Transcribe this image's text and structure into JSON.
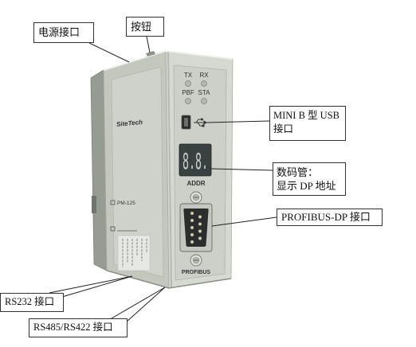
{
  "callouts": {
    "power": "电源接口",
    "button": "按钮",
    "usb_line1": "MINI B 型 USB",
    "usb_line2": "接口",
    "display_line1": "数码管：",
    "display_line2": "显示 DP 地址",
    "profibus": "PROFIBUS-DP 接口",
    "rs232": "RS232 接口",
    "rs485": "RS485/RS422 接口"
  },
  "device": {
    "logo": "SiteTech",
    "model": "PM-125",
    "led_labels_row1": [
      "TX",
      "RX"
    ],
    "led_labels_row2": [
      "PBF",
      "STA"
    ],
    "display_value": "8.8.",
    "display_label": "ADDR",
    "port_label": "PROFIBUS"
  },
  "colors": {
    "back_strip": "#969b93",
    "side_face": "#c3c7be",
    "side_panel": "#cfd2ca",
    "front_face": "#d6d9d2",
    "front_panel": "#cdd0c8",
    "led_off": "#b4b8b0",
    "display_bg": "#3b4040"
  }
}
